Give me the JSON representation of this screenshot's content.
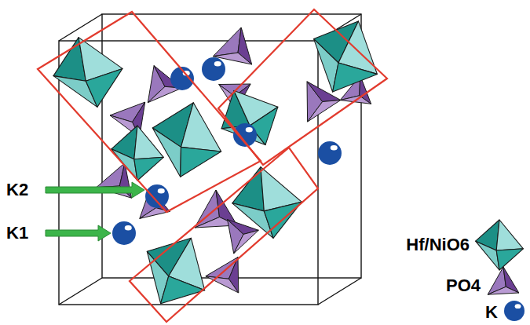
{
  "diagram": {
    "labels": [
      "K2",
      "K1"
    ],
    "legend": [
      {
        "text": "Hf/NiO6"
      },
      {
        "text": "PO4"
      },
      {
        "text": "K"
      }
    ]
  }
}
